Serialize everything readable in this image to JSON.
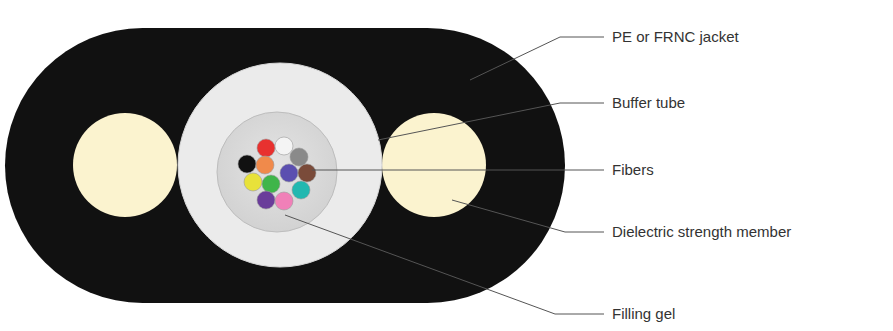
{
  "diagram": {
    "labels": [
      "PE or FRNC jacket",
      "Buffer tube",
      "Fibers",
      "Dielectric strength member",
      "Filling gel"
    ]
  }
}
